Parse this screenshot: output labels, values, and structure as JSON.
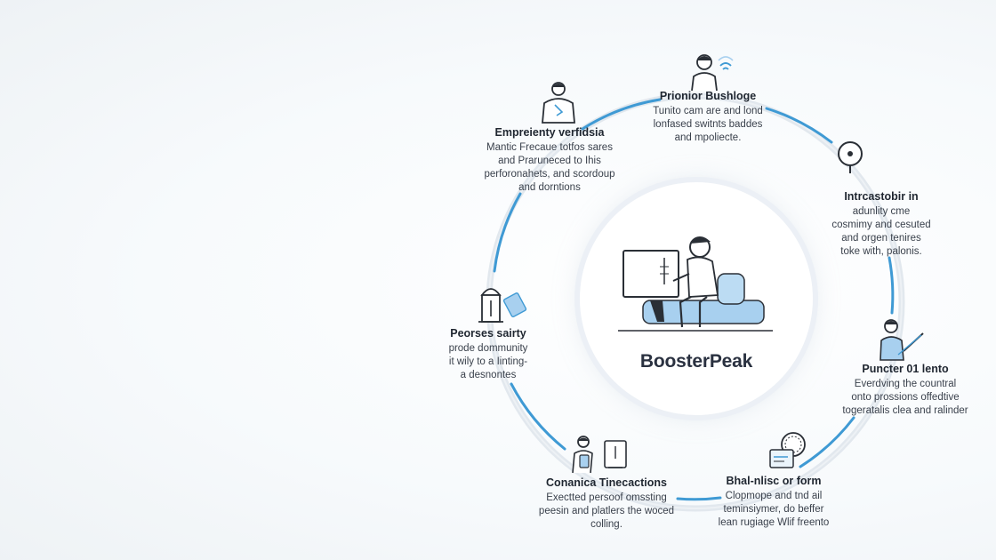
{
  "hub": {
    "title": "BoosterPeak"
  },
  "colors": {
    "accent": "#3f9ad4",
    "ring": "#dfe6ec",
    "ink": "#1f2630"
  },
  "nodes": [
    {
      "id": "top",
      "icon": "person-wifi-icon",
      "title": "Prionior Bushloge",
      "lines": [
        "Tunito cam are and lond",
        "lonfased switnts baddes",
        "and mpoliecte."
      ]
    },
    {
      "id": "upper-right",
      "icon": "camera-lamp-icon",
      "title": "Intrcastobir in",
      "lines": [
        "adunlity cme",
        "cosmimy and cesuted",
        "and orgen tenires",
        "toke with, palonis."
      ]
    },
    {
      "id": "right",
      "icon": "person-laptop-icon",
      "title": "Puncter 01 lento",
      "lines": [
        "Everdving the countral",
        "onto prossions offedtive",
        "togeratalis clea and ralinder"
      ]
    },
    {
      "id": "bottom-right",
      "icon": "clock-card-icon",
      "title": "Bhal-nlisc or form",
      "lines": [
        "Clopmope and tnd ail",
        "teminsiymer, do beffer",
        "lean rugiage Wlif freento"
      ]
    },
    {
      "id": "bottom-left",
      "icon": "person-phone-icon",
      "title": "Conanica Tinecactions",
      "lines": [
        "Exectted persoof omssting",
        "peesin and platlers the woced",
        "colling."
      ]
    },
    {
      "id": "left",
      "icon": "lighthouse-tag-icon",
      "title": "Peorses sairty",
      "lines": [
        "prode dommunity",
        "it wily to a Iinting-",
        "a desnontes"
      ]
    },
    {
      "id": "upper-left",
      "icon": "person-badge-icon",
      "title": "Empreienty verfidsia",
      "lines": [
        "Mantic Frecaue totfos sares",
        "and Praruneced to Ihis",
        "perforonahets, and scordoup",
        "and dorntions"
      ]
    }
  ]
}
